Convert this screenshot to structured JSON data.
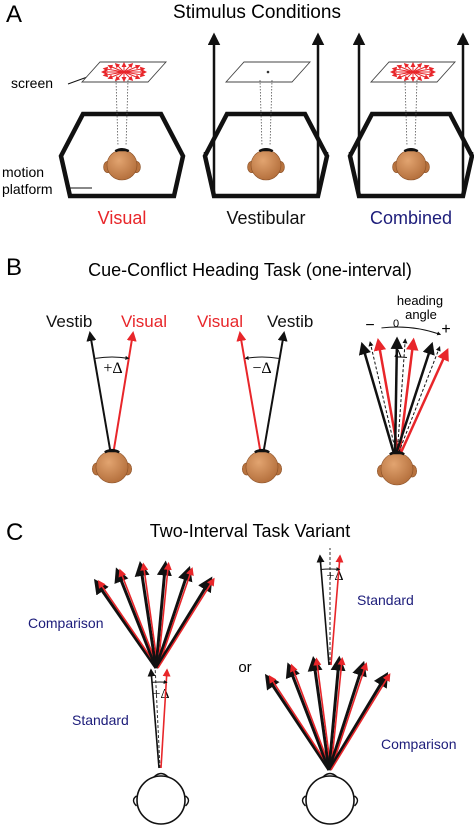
{
  "panel_a": {
    "letter": "A",
    "title": "Stimulus Conditions",
    "label_screen": "screen",
    "label_motion": "motion",
    "label_platform": "platform",
    "conditions": [
      "Visual",
      "Vestibular",
      "Combined"
    ],
    "colors": {
      "visual": "#e8262a",
      "vestibular": "#111111",
      "combined": "#1c1c7a"
    }
  },
  "panel_b": {
    "letter": "B",
    "title": "Cue-Conflict Heading Task (one-interval)",
    "vestib": "Vestib",
    "visual": "Visual",
    "plus_delta": "+Δ",
    "minus_delta": "−Δ",
    "delta": "Δ",
    "heading": "heading",
    "angle": "angle",
    "minus": "−",
    "plus": "+",
    "zero": "0"
  },
  "panel_c": {
    "letter": "C",
    "title": "Two-Interval Task Variant",
    "comparison": "Comparison",
    "standard": "Standard",
    "or": "or",
    "plus_delta": "+Δ"
  }
}
